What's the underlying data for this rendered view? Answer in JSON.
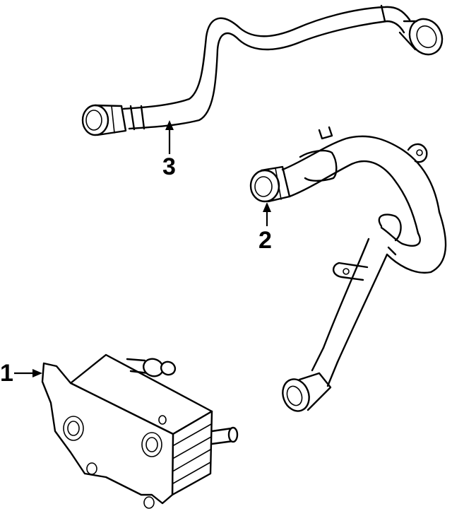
{
  "callouts": {
    "oil_cooler": "1",
    "hose_lower": "2",
    "hose_upper": "3"
  },
  "colors": {
    "line": "#000000",
    "background": "#ffffff"
  }
}
